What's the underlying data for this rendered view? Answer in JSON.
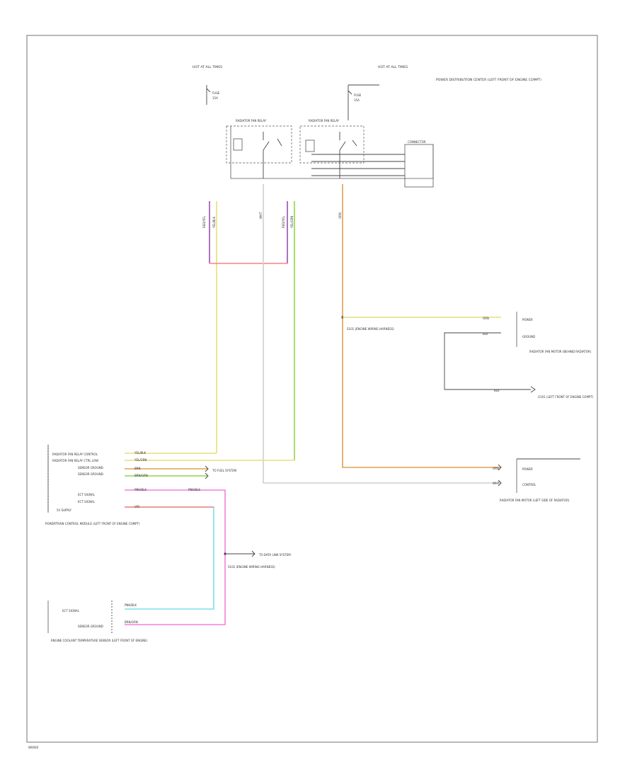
{
  "colors": {
    "red": "#ff8080",
    "yellow": "#e6e07a",
    "green": "#8fd64a",
    "violet": "#9a4fb0",
    "orange": "#e0a050",
    "pink": "#f080e0",
    "cyan": "#80e0e0",
    "white": "#cfcfcf",
    "black": "#444444"
  },
  "labels": {
    "hot_at_all_times_left": "HOT AT ALL TIMES",
    "hot_at_all_times_right": "HOT AT ALL TIMES",
    "fuse_left": "FUSE",
    "fuse_right": "FUSE",
    "fuse_amp_left": "15A",
    "fuse_amp_right": "15A",
    "relay_left": "RADIATOR FAN RELAY",
    "relay_right": "RADIATOR FAN RELAY",
    "power_dist": "POWER DISTRIBUTION CENTER (LEFT FRONT OF ENGINE COMPT)",
    "connector_box": "CONNECTOR",
    "pcm_title": "POWERTRAIN CONTROL MODULE (LEFT FRONT OF ENGINE COMPT)",
    "pcm_pin_1": "RADIATOR FAN RELAY CONTROL",
    "pcm_pin_2": "RADIATOR FAN RELAY CTRL LOW",
    "pcm_pin_3": "SENSOR GROUND",
    "pcm_pin_4": "SENSOR GROUND",
    "pcm_pin_5": "ECT SIGNAL",
    "pcm_pin_6": "ECT SIGNAL",
    "pcm_pin_7": "5V SUPPLY",
    "sensor_title": "ENGINE COOLANT TEMPERATURE SENSOR (LEFT FRONT OF ENGINE)",
    "sensor_pin_1": "ECT SIGNAL",
    "sensor_pin_2": "SENSOR GROUND",
    "splice_right": "S101 (ENGINE WIRING HARNESS)",
    "splice_lower": "S102 (ENGINE WIRING HARNESS)",
    "motor_title": "RADIATOR FAN MOTOR (BEHIND RADIATOR)",
    "motor_pin_1": "POWER",
    "motor_pin_2": "GROUND",
    "ground": "G101 (LEFT FRONT OF ENGINE COMPT)",
    "fan_motor_title": "RADIATOR FAN MOTOR (LEFT SIDE OF RADIATOR)",
    "fan_motor_pin_1": "POWER",
    "fan_motor_pin_2": "CONTROL",
    "to_fuel_system": "TO FUEL SYSTEM",
    "to_data_system": "TO DATA LINK SYSTEM",
    "wire_codes": {
      "pcm_1": "YEL/BLK",
      "pcm_2": "YEL/GRN",
      "pcm_3": "BRN",
      "pcm_4": "BRN/GRN",
      "pcm_5": "PNK/BLK",
      "pcm_6": "PNK/BLK",
      "pcm_7": "VIO",
      "sensor_1": "PNK/BLK",
      "sensor_2": "BRN/GRN",
      "motor_1": "ORN",
      "motor_2": "BLK",
      "motor_gnd": "BLK",
      "fan_1": "ORN",
      "fan_2": "WHT",
      "relay_out_left": "WHT",
      "relay_out_right": "ORN",
      "harness_left_a": "RED/YEL",
      "harness_left_b": "YEL/BLK",
      "harness_right_a": "RED/YEL",
      "harness_right_b": "YEL/GRN"
    }
  },
  "footer_code": "W0000"
}
